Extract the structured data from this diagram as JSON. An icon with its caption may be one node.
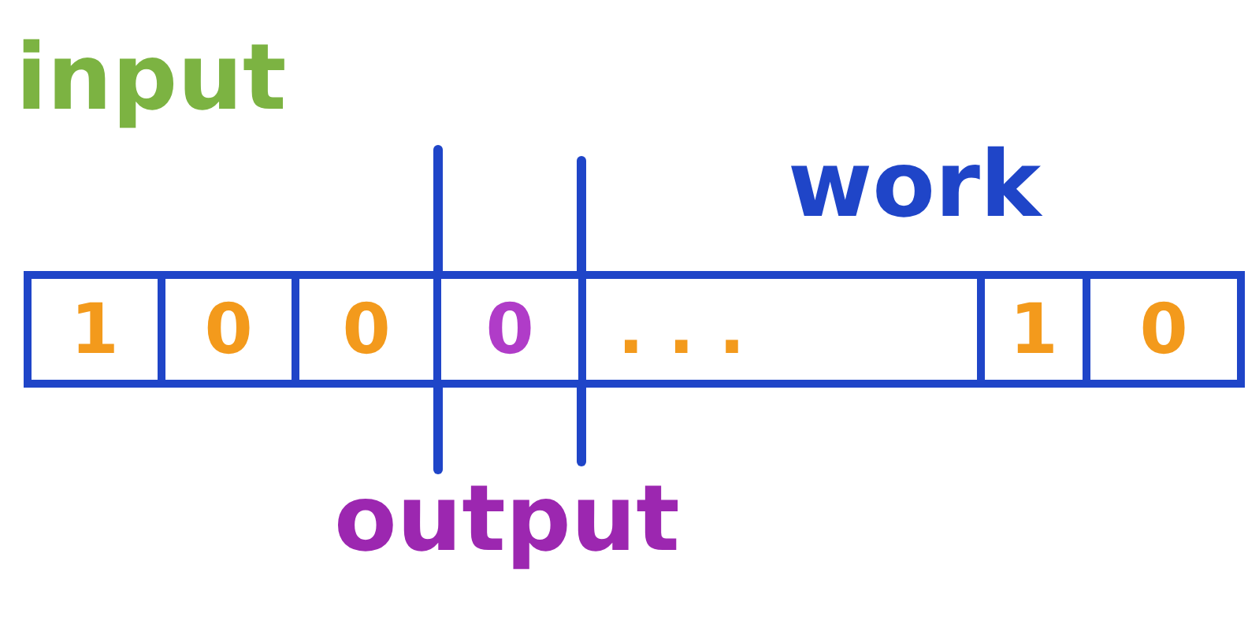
{
  "diagram": {
    "nodes": [
      {
        "text": [
          "1"
        ]
      },
      {
        "text": [
          "0"
        ]
      },
      {
        "text": [
          "0"
        ]
      },
      {
        "text": [
          "0"
        ]
      },
      {
        "text": [
          ". . ."
        ]
      },
      {
        "text": [
          "1"
        ]
      },
      {
        "text": [
          "0"
        ]
      }
    ],
    "labels": [
      "input",
      "work",
      "output"
    ]
  }
}
